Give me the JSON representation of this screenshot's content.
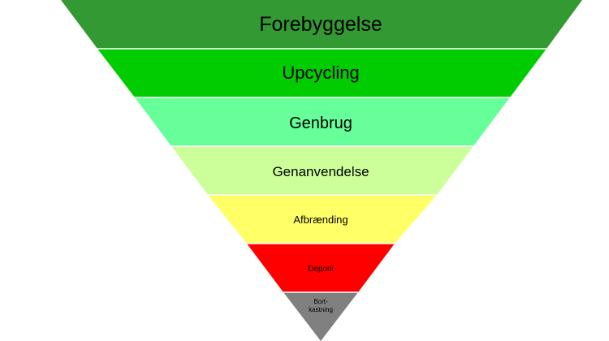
{
  "tiers": [
    {
      "label": "Forebyggelse",
      "color": "#339933"
    },
    {
      "label": "Upcycling",
      "color": "#00cc00"
    },
    {
      "label": "Genbrug",
      "color": "#66ff99"
    },
    {
      "label": "Genanvendelse",
      "color": "#ccff99"
    },
    {
      "label": "Afbrænding",
      "color": "#ffff66"
    },
    {
      "label": "Deponi",
      "color": "#ff0000"
    },
    {
      "label": "Bort-\nkastning",
      "color": "#808080"
    }
  ]
}
